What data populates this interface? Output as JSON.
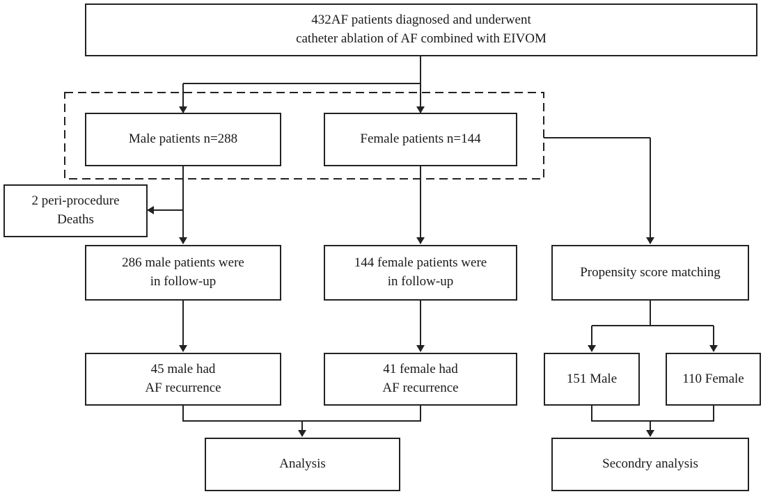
{
  "diagram": {
    "nodes": {
      "cohort": {
        "lines": [
          "432AF patients diagnosed and underwent",
          "catheter ablation of AF combined with EIVOM"
        ]
      },
      "male": {
        "lines": [
          "Male patients n=288"
        ]
      },
      "female": {
        "lines": [
          "Female patients n=144"
        ]
      },
      "deaths": {
        "lines": [
          "2 peri-procedure",
          "Deaths"
        ]
      },
      "male_followup": {
        "lines": [
          "286 male patients were",
          "in follow-up"
        ]
      },
      "female_followup": {
        "lines": [
          "144 female patients were",
          "in follow-up"
        ]
      },
      "psm": {
        "lines": [
          "Propensity score matching"
        ]
      },
      "male_recurrence": {
        "lines": [
          "45 male had",
          "AF recurrence"
        ]
      },
      "female_recurrence": {
        "lines": [
          "41 female had",
          "AF recurrence"
        ]
      },
      "psm_male": {
        "lines": [
          "151 Male"
        ]
      },
      "psm_female": {
        "lines": [
          "110 Female"
        ]
      },
      "analysis": {
        "lines": [
          "Analysis"
        ]
      },
      "secondary": {
        "lines": [
          "Secondry analysis"
        ]
      }
    },
    "colors": {
      "line": "#222222",
      "text": "#1a1a1a",
      "background": "#ffffff"
    }
  }
}
